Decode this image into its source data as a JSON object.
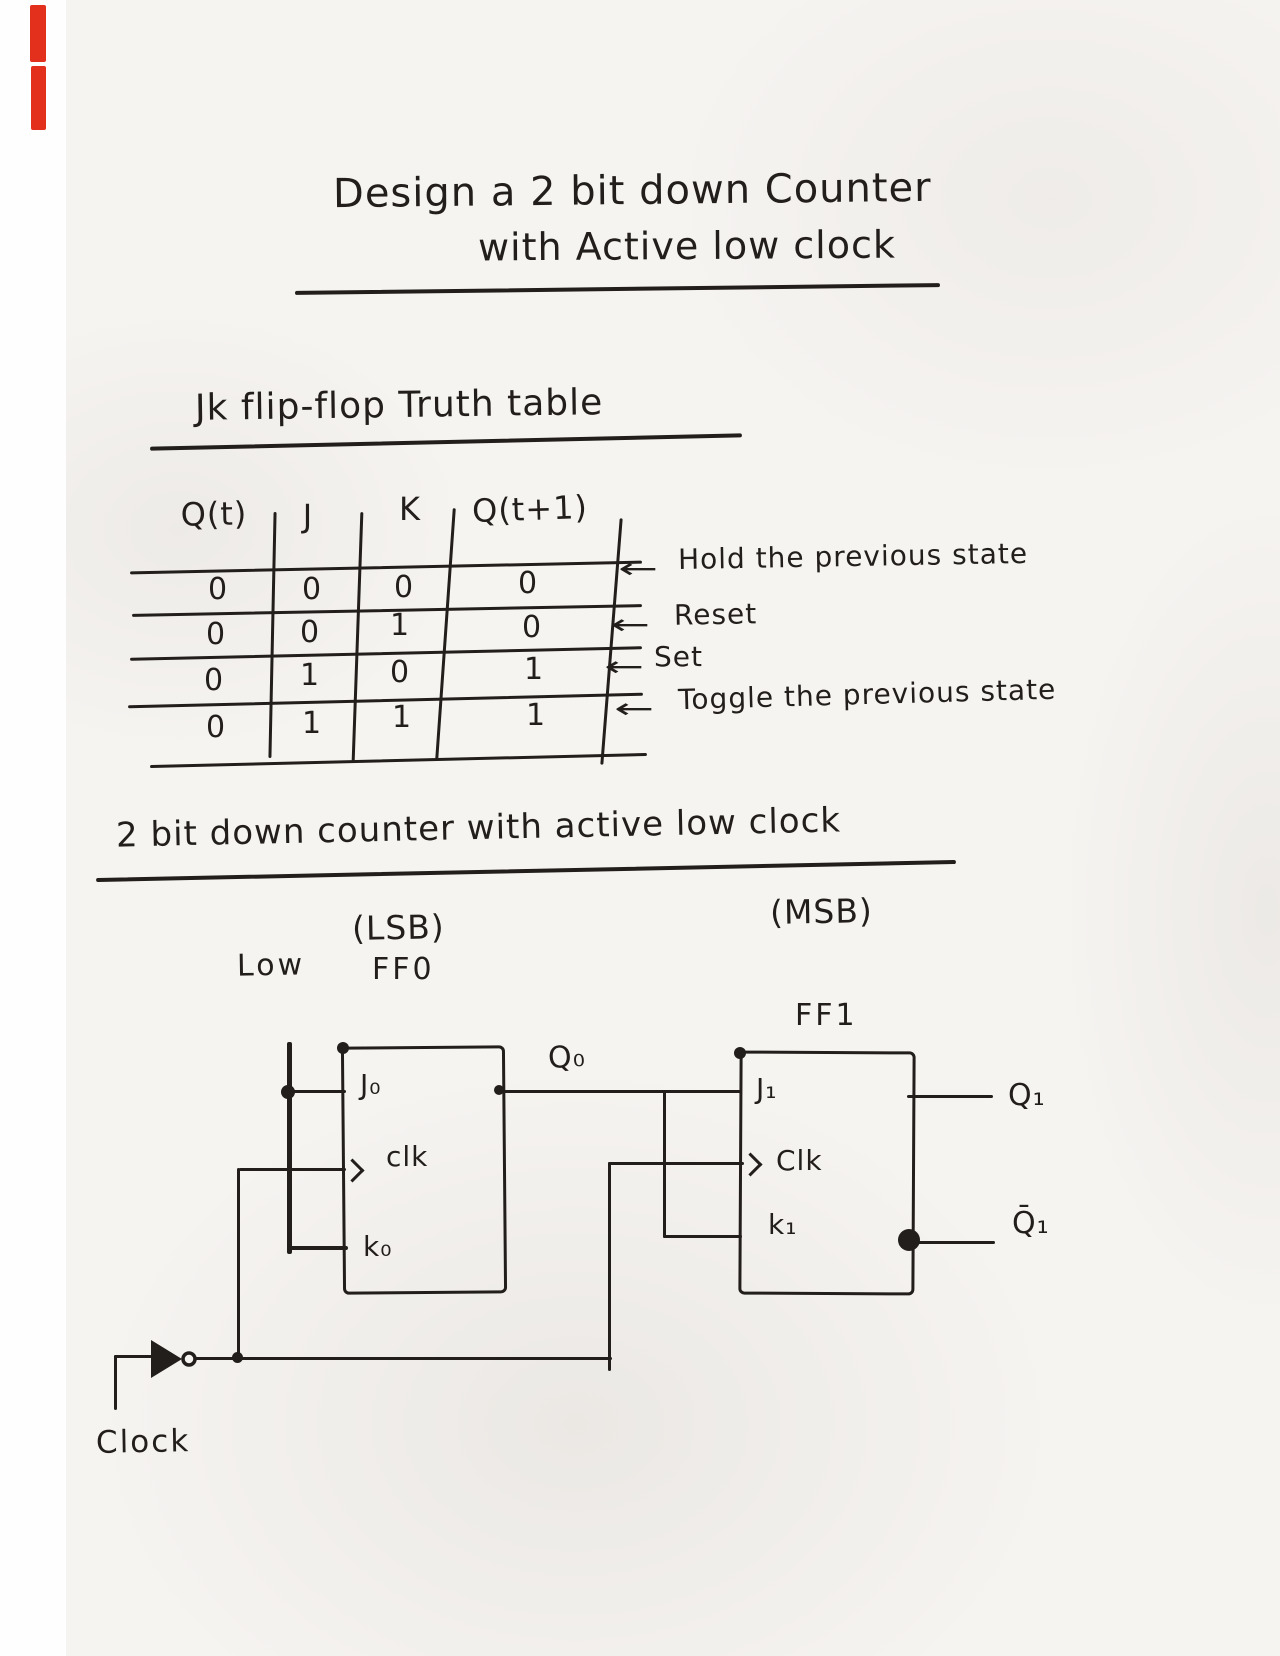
{
  "page": {
    "title_line1": "Design a 2 bit down Counter",
    "title_line2": "with Active low clock",
    "section1_heading": "Jk flip-flop Truth table",
    "section2_heading": "2 bit down counter with active low clock",
    "ink_color": "#211e1b",
    "paper_color": "#f6f4f1",
    "red_mark_color": "#e2301c"
  },
  "truth_table": {
    "headers": [
      "Q(t)",
      "J",
      "K",
      "Q(t+1)"
    ],
    "rows": [
      [
        "0",
        "0",
        "0",
        "0"
      ],
      [
        "0",
        "0",
        "1",
        "0"
      ],
      [
        "0",
        "1",
        "0",
        "1"
      ],
      [
        "0",
        "1",
        "1",
        "1"
      ]
    ],
    "notes": [
      "Hold the previous state",
      "Reset",
      "Set",
      "Toggle the previous state"
    ],
    "arrow": "←"
  },
  "circuit": {
    "lsb_label": "(LSB)",
    "msb_label": "(MSB)",
    "low_label": "Low",
    "clock_label": "Clock",
    "ff0": {
      "name": "FF0",
      "j": "J₀",
      "clk": "clk",
      "k": "k₀",
      "q": "Q₀"
    },
    "ff1": {
      "name": "FF1",
      "j": "J₁",
      "clk": "Clk",
      "k": "k₁",
      "q": "Q₁",
      "q_bar": "Q̄₁"
    }
  }
}
